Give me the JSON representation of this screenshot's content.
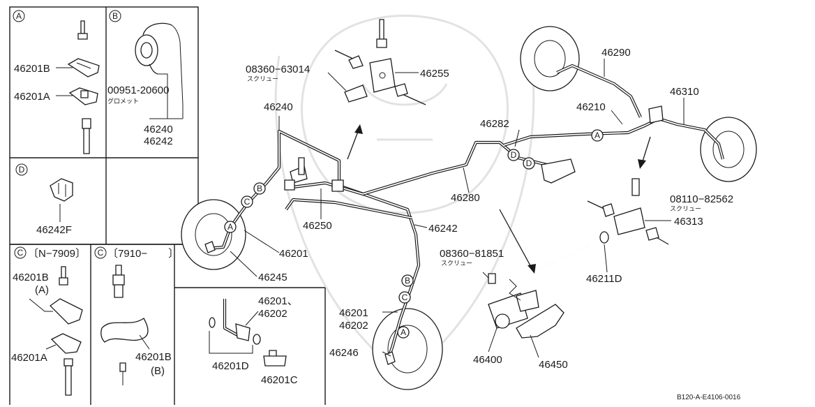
{
  "diagram_id": "B120-A-E4106-0016",
  "insets": {
    "A": {
      "circle": "A",
      "labels": [
        "46201B",
        "46201A"
      ]
    },
    "B": {
      "circle": "B",
      "labels": [
        "00951-20600",
        "グロメット",
        "46240",
        "46242"
      ]
    },
    "D": {
      "circle": "D",
      "labels": [
        "46242F"
      ]
    },
    "C1": {
      "circle": "C",
      "range": "〔N−7909〕",
      "labels": [
        "46201B",
        "(A)",
        "46201A"
      ]
    },
    "C2": {
      "circle": "C",
      "range": "〔7910−　　〕",
      "labels": [
        "46201B",
        "(B)"
      ]
    },
    "E": {
      "labels": [
        "46201、",
        "46202",
        "46201D",
        "46201C"
      ]
    }
  },
  "main": {
    "part_labels": [
      "08360−63014",
      "スクリュー",
      "46255",
      "46240",
      "46250",
      "46201",
      "46245",
      "46280",
      "46282",
      "46242",
      "46201",
      "46202",
      "46246",
      "46290",
      "46210",
      "46310",
      "08110−82562",
      "スクリュー",
      "46313",
      "46211D",
      "08360−81851",
      "スクリュー",
      "46400",
      "46450"
    ],
    "circles": [
      "A",
      "B",
      "C",
      "B",
      "C",
      "A",
      "A",
      "D",
      "D"
    ]
  },
  "colors": {
    "ink": "#1a1a1a",
    "paper": "#ffffff",
    "watermark": "#cfcfcf"
  }
}
